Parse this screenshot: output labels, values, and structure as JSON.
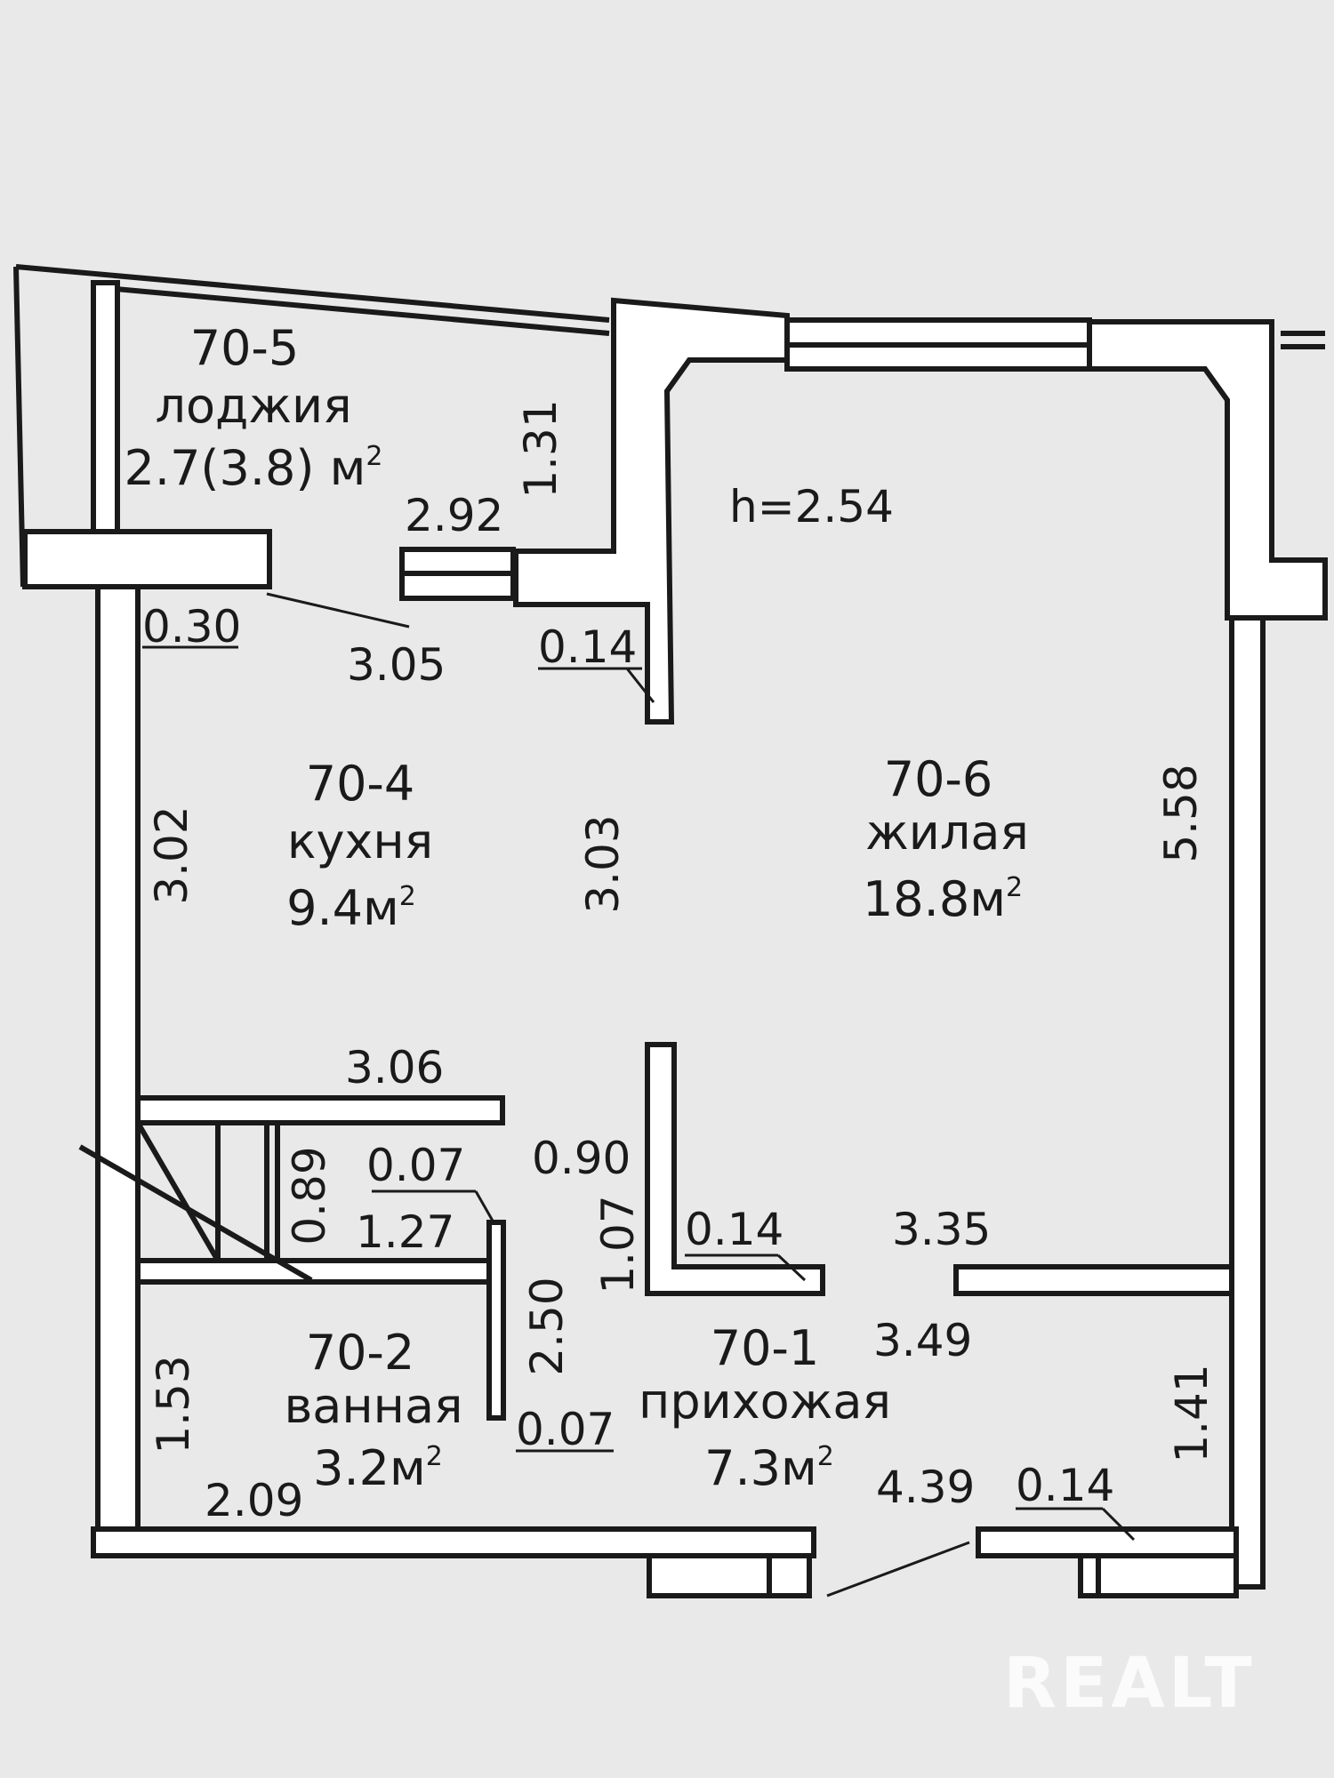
{
  "plan": {
    "ceiling_height": "h=2.54",
    "rooms": [
      {
        "id": "70-5",
        "name": "лоджия",
        "area": "2.7(3.8) м",
        "area_sup": "2"
      },
      {
        "id": "70-4",
        "name": "кухня",
        "area": "9.4м",
        "area_sup": "2"
      },
      {
        "id": "70-6",
        "name": "жилая",
        "area": "18.8м",
        "area_sup": "2"
      },
      {
        "id": "70-2",
        "name": "ванная",
        "area": "3.2м",
        "area_sup": "2"
      },
      {
        "id": "70-1",
        "name": "прихожая",
        "area": "7.3м",
        "area_sup": "2"
      }
    ],
    "dimensions": {
      "d_1_31": "1.31",
      "d_2_92": "2.92",
      "d_0_30": "0.30",
      "d_3_05": "3.05",
      "d_0_14_top": "0.14",
      "d_3_02": "3.02",
      "d_3_03": "3.03",
      "d_5_58": "5.58",
      "d_3_06": "3.06",
      "d_0_89": "0.89",
      "d_0_07_top": "0.07",
      "d_0_90": "0.90",
      "d_1_27": "1.27",
      "d_1_07": "1.07",
      "d_0_14_mid": "0.14",
      "d_3_35": "3.35",
      "d_2_50": "2.50",
      "d_3_49": "3.49",
      "d_1_53": "1.53",
      "d_0_07_bot": "0.07",
      "d_1_41": "1.41",
      "d_2_09": "2.09",
      "d_4_39": "4.39",
      "d_0_14_bot": "0.14"
    }
  },
  "watermark": "REALT",
  "colors": {
    "background": "#e9e9e9",
    "ink": "#1a1a1a",
    "wall_fill": "#ffffff",
    "watermark": "#ffffff"
  }
}
